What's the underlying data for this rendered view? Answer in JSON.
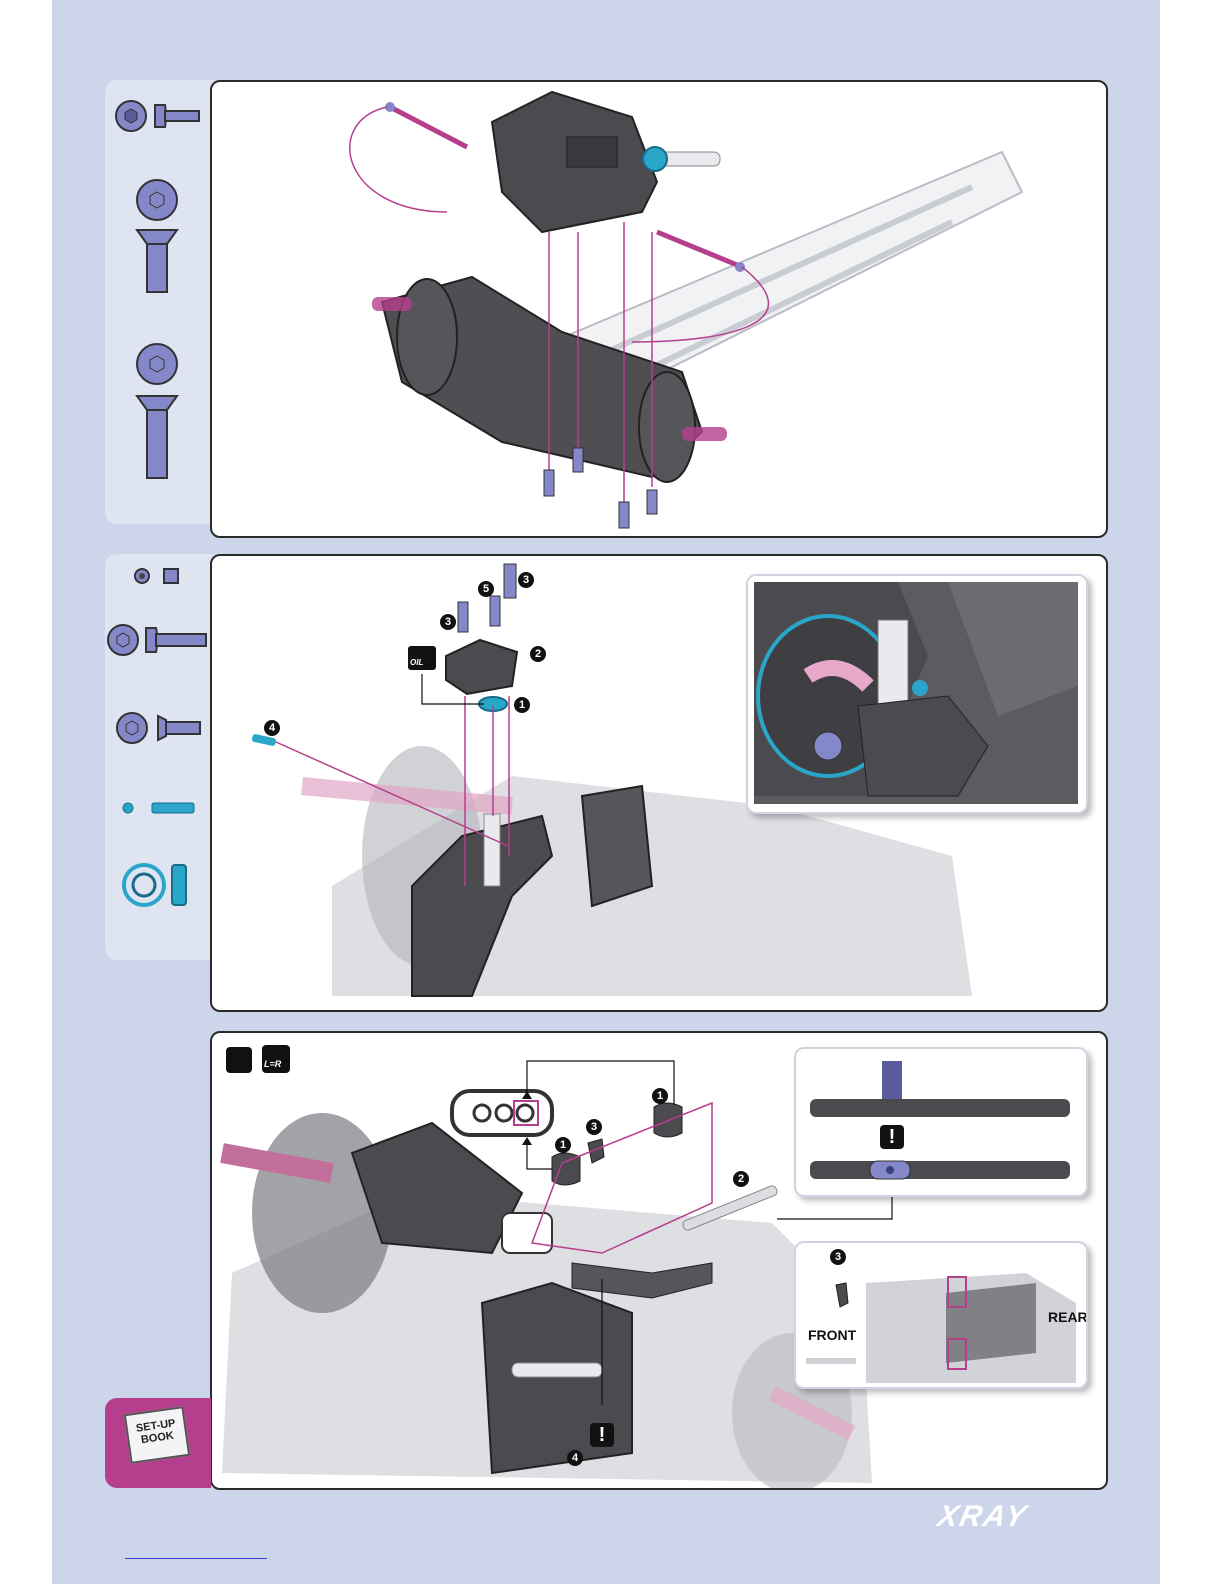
{
  "brand": {
    "logo_text": "XRAY"
  },
  "colors": {
    "page_background": "#ccd5ea",
    "parts_strip": "#dfe4f3",
    "accent_magenta": "#b53f8c",
    "hardware_blue": "#6d6fb8",
    "bearing_cyan": "#2aa6c9"
  },
  "step1": {
    "icons": [
      "button-head-screw-icon",
      "flat-head-screw-icon",
      "long-flat-head-screw-icon"
    ]
  },
  "step2": {
    "callouts": [
      "3",
      "5",
      "3",
      "2",
      "1",
      "4"
    ],
    "oil_label": "OIL",
    "icons": [
      "set-screw-icon",
      "button-head-screw-icon",
      "flat-head-screw-icon",
      "pin-icon",
      "ball-bearing-icon"
    ]
  },
  "step3": {
    "symmetry_label": "L=R",
    "callouts": [
      "1",
      "1",
      "3",
      "2",
      "3",
      "4"
    ],
    "warning": "!",
    "front_label": "FRONT",
    "rear_label": "REAR"
  },
  "setup_book": {
    "line1": "SET-UP",
    "line2": "BOOK"
  }
}
